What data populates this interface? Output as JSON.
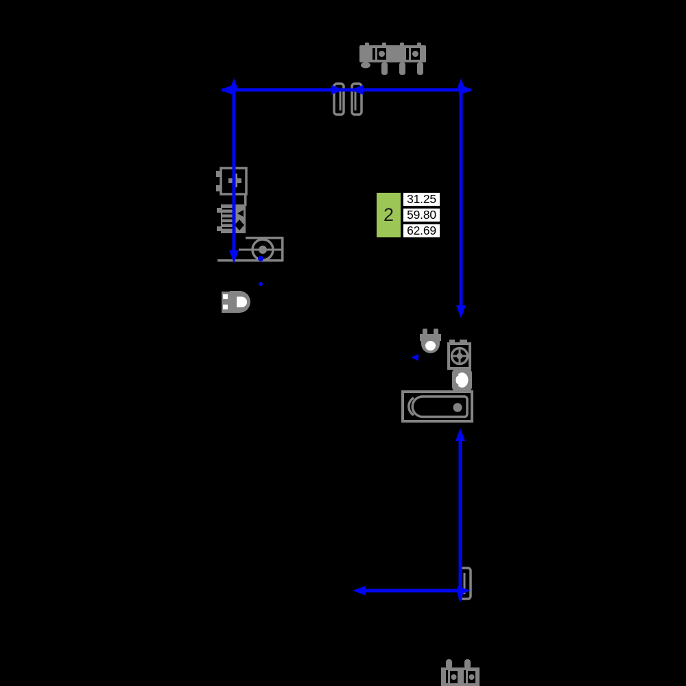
{
  "colors": {
    "background": "#000000",
    "dimension_blue": "#0007f0",
    "fixture_gray": "#848484",
    "table_green": "#9cc757",
    "table_white": "#ffffff"
  },
  "area_table": {
    "apartment_number": "2",
    "values": [
      "31.25",
      "59.80",
      "62.69"
    ]
  },
  "fixtures": [
    "radiator-top",
    "entry-door-frame-left",
    "entry-door-frame-right",
    "kitchen-upper-cabinet",
    "kitchen-stove",
    "kitchen-counter-sink",
    "wc-toilet-left",
    "wc-toilet-bathroom",
    "washing-machine",
    "wash-basin",
    "bathtub",
    "door-frame-bottom",
    "radiator-bottom"
  ]
}
